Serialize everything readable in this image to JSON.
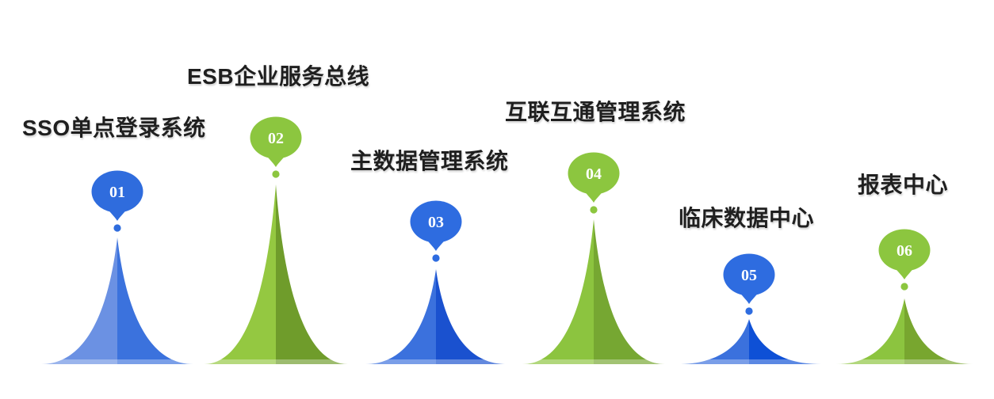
{
  "page": {
    "background_color": "#ffffff",
    "description": "Six-peak infographic of hospital information systems with numbered map-pin markers"
  },
  "colors": {
    "label_text": "#1f1f1f",
    "pin_number_text": "#ffffff",
    "blue_pin": "#2e6cdd",
    "green_pin": "#8cc63f"
  },
  "items": [
    {
      "number": "01",
      "label": "SSO单点登录系统",
      "pin_color": "#2f6cdd",
      "mountain_left": "#6b91e3",
      "mountain_right": "#3b72dd"
    },
    {
      "number": "02",
      "label": "ESB企业服务总线",
      "pin_color": "#8cc63f",
      "mountain_left": "#94c841",
      "mountain_right": "#6f9c2b"
    },
    {
      "number": "03",
      "label": "主数据管理系统",
      "pin_color": "#2e6ce0",
      "mountain_left": "#3b71dd",
      "mountain_right": "#1a51cf"
    },
    {
      "number": "04",
      "label": "互联互通管理系统",
      "pin_color": "#8cc63f",
      "mountain_left": "#8cc43f",
      "mountain_right": "#76a732"
    },
    {
      "number": "05",
      "label": "临床数据中心",
      "pin_color": "#2e6ce0",
      "mountain_left": "#3b71dd",
      "mountain_right": "#0e50d6"
    },
    {
      "number": "06",
      "label": "报表中心",
      "pin_color": "#8cc63f",
      "mountain_left": "#8cc43f",
      "mountain_right": "#78a62f"
    }
  ]
}
